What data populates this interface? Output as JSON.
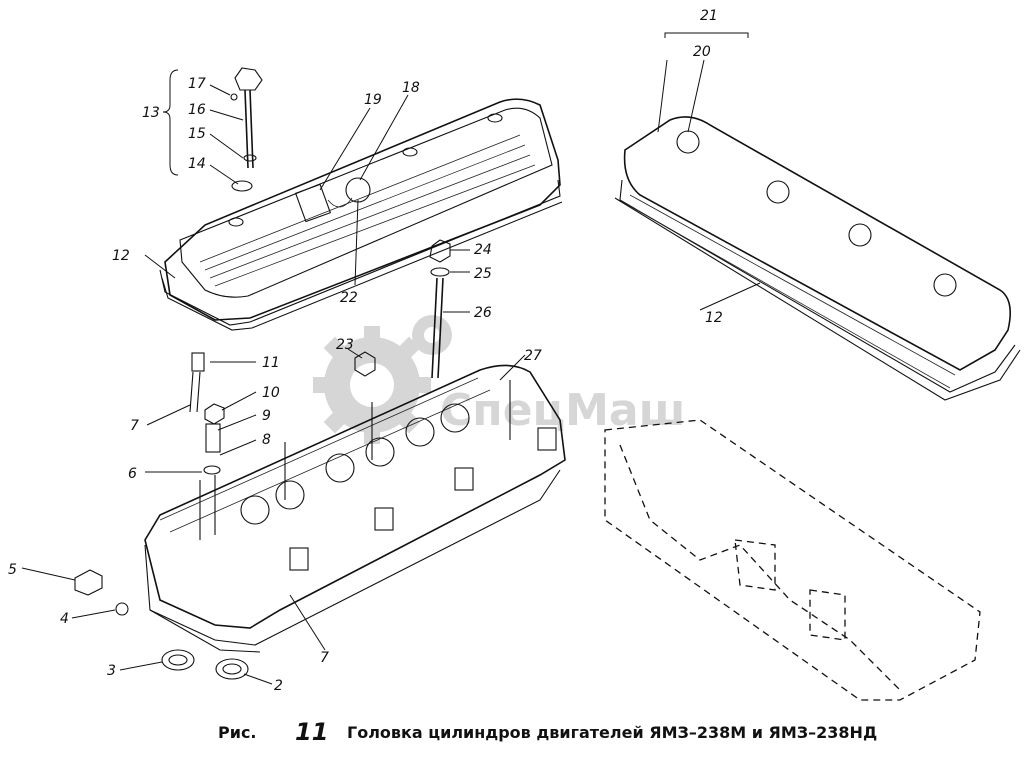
{
  "watermark": {
    "text": "СпецМаш"
  },
  "caption": {
    "prefix": "Рис.",
    "number": "11",
    "title": "Головка цилиндров двигателей ЯМЗ–238М и ЯМЗ–238НД"
  },
  "labels": [
    {
      "id": "l21",
      "text": "21"
    },
    {
      "id": "l20",
      "text": "20"
    },
    {
      "id": "l17",
      "text": "17"
    },
    {
      "id": "l16",
      "text": "16"
    },
    {
      "id": "l15",
      "text": "15"
    },
    {
      "id": "l14",
      "text": "14"
    },
    {
      "id": "l13",
      "text": "13"
    },
    {
      "id": "l19",
      "text": "19"
    },
    {
      "id": "l18",
      "text": "18"
    },
    {
      "id": "l12a",
      "text": "12"
    },
    {
      "id": "l12b",
      "text": "12"
    },
    {
      "id": "l24",
      "text": "24"
    },
    {
      "id": "l25",
      "text": "25"
    },
    {
      "id": "l22",
      "text": "22"
    },
    {
      "id": "l26",
      "text": "26"
    },
    {
      "id": "l23",
      "text": "23"
    },
    {
      "id": "l27",
      "text": "27"
    },
    {
      "id": "l11",
      "text": "11"
    },
    {
      "id": "l10",
      "text": "10"
    },
    {
      "id": "l9",
      "text": "9"
    },
    {
      "id": "l8",
      "text": "8"
    },
    {
      "id": "l7a",
      "text": "7"
    },
    {
      "id": "l6",
      "text": "6"
    },
    {
      "id": "l5",
      "text": "5"
    },
    {
      "id": "l4",
      "text": "4"
    },
    {
      "id": "l3",
      "text": "3"
    },
    {
      "id": "l2",
      "text": "2"
    },
    {
      "id": "l7b",
      "text": "7"
    }
  ]
}
